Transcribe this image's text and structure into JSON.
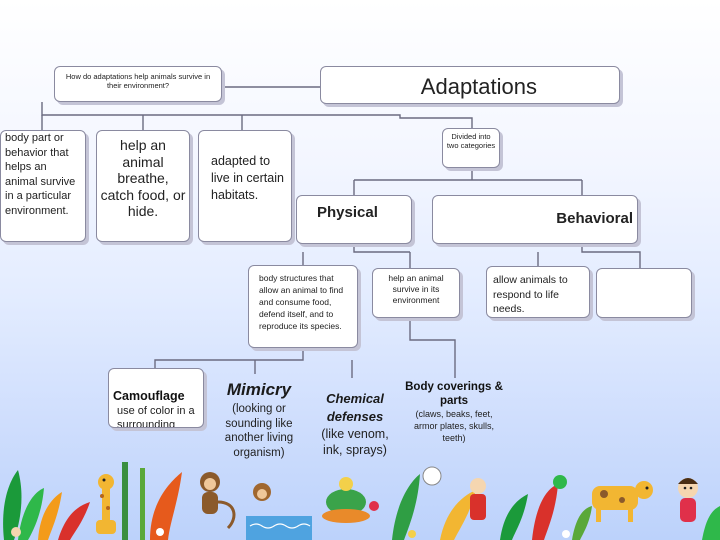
{
  "question": "How do adaptations help animals survive in their environment?",
  "title": "Adaptations",
  "definition": "body part or behavior that helps an animal survive in a particular environment.",
  "helps": "help an animal breathe, catch food, or hide.",
  "habitats": "adapted to live in certain habitats.",
  "divided": "Divided into two categories",
  "physical": "Physical",
  "behavioral": "Behavioral",
  "physical_desc": "body structures that allow an animal to find and consume food, defend itself, and to reproduce its species.",
  "survive": "help an animal survive in its environment",
  "behavioral_desc": "allow animals to respond to life needs.",
  "camouflage": {
    "title": "Camouflage",
    "desc": "use of color in a surrounding"
  },
  "mimicry": {
    "title": "Mimicry",
    "desc": "(looking or sounding like another living organism)"
  },
  "chemical": {
    "title": "Chemical defenses",
    "desc": "(like venom, ink, sprays)"
  },
  "coverings": {
    "title": "Body coverings & parts",
    "desc": "(claws, beaks, feet, armor plates, skulls, teeth)"
  },
  "colors": {
    "line": "#6b6b80",
    "box_border": "#8a8aa0",
    "shadow": "#c4c4d6"
  }
}
